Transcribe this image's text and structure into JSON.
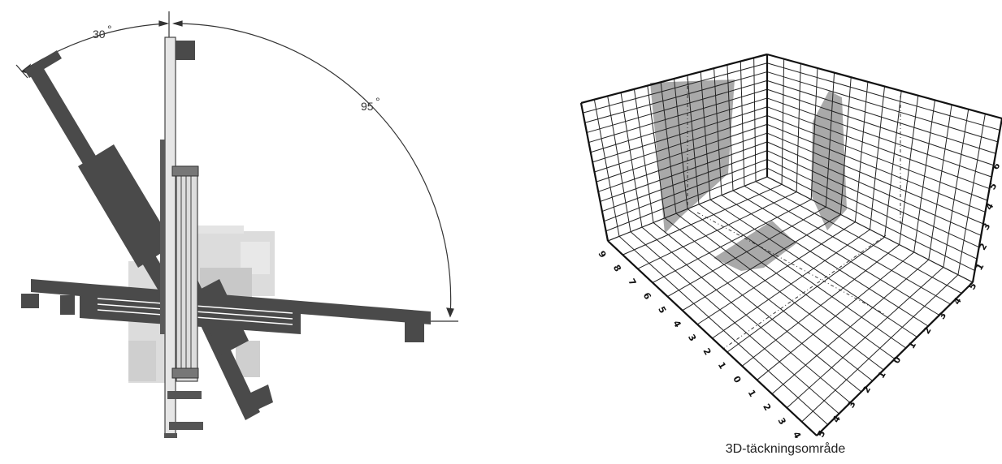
{
  "left_diagram": {
    "angle_left": {
      "value": "30",
      "unit": "°"
    },
    "angle_right": {
      "value": "95",
      "unit": "°"
    }
  },
  "right_diagram": {
    "caption": "3D-täckningsområde",
    "left_axis_labels": [
      "9",
      "8",
      "7",
      "6",
      "5",
      "4",
      "3",
      "2",
      "1",
      "0",
      "1",
      "2",
      "3",
      "4",
      "5"
    ],
    "right_axis_labels": [
      "5",
      "4",
      "3",
      "2",
      "1",
      "0",
      "1",
      "2",
      "3",
      "4",
      "5"
    ],
    "vertical_axis_labels": [
      "1",
      "2",
      "3",
      "4",
      "5",
      "6"
    ]
  },
  "colors": {
    "boom_dark": "#4a4a4a",
    "machine_light": "#d8d8d8",
    "mast_fill": "#e6e6e6",
    "coverage_fill": "#9a9a9a",
    "grid_line": "#222222"
  }
}
